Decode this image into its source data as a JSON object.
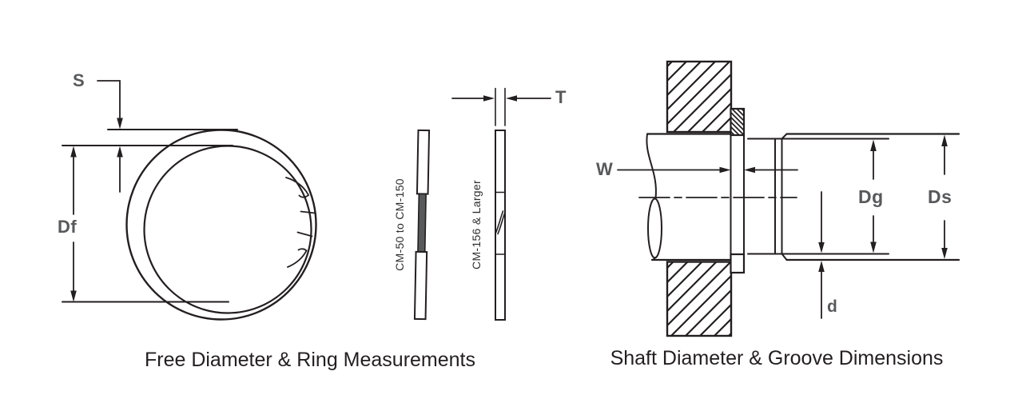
{
  "figure": {
    "left": {
      "label_s": "S",
      "label_df": "Df",
      "caption": "Free Diameter & Ring Measurements"
    },
    "middle": {
      "label_t": "T",
      "profile_small_range": "CM-50 to CM-150",
      "profile_large_range": "CM-156 & Larger"
    },
    "right": {
      "label_w": "W",
      "label_dg": "Dg",
      "label_ds": "Ds",
      "label_d": "d",
      "caption": "Shaft Diameter & Groove Dimensions"
    },
    "colors": {
      "line": "#231f20",
      "dimension_label": "#58595b",
      "overlap_fill": "#58595b",
      "background": "#ffffff"
    }
  }
}
